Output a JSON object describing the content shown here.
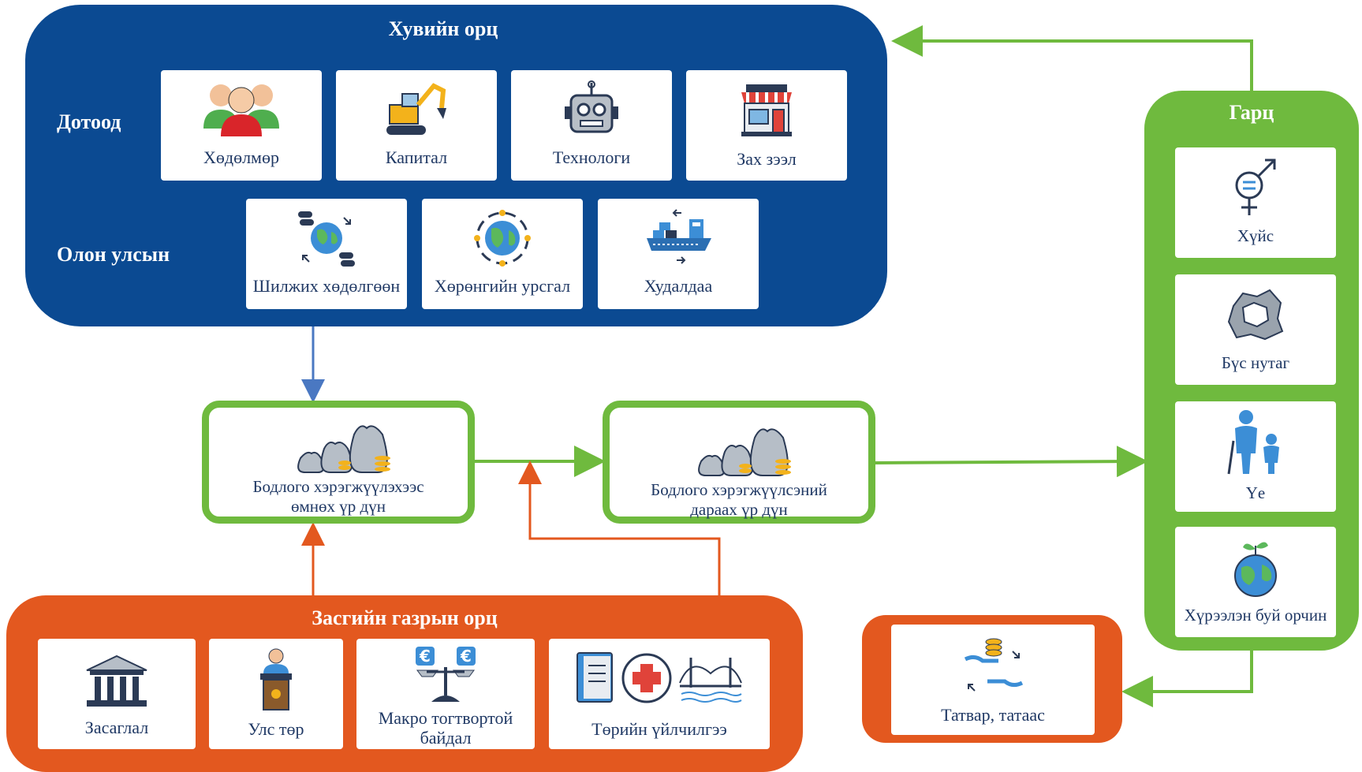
{
  "private_input": {
    "title": "Хувийн орц",
    "domestic_label": "Дотоод",
    "international_label": "Олон улсын",
    "domestic_items": [
      {
        "label": "Хөдөлмөр",
        "icon": "people-icon"
      },
      {
        "label": "Капитал",
        "icon": "excavator-icon"
      },
      {
        "label": "Технологи",
        "icon": "robot-icon"
      },
      {
        "label": "Зах зээл",
        "icon": "shop-icon"
      }
    ],
    "international_items": [
      {
        "label": "Шилжих хөдөлгөөн",
        "icon": "globe-migration-icon"
      },
      {
        "label": "Хөрөнгийн урсгал",
        "icon": "globe-flow-icon"
      },
      {
        "label": "Худалдаа",
        "icon": "cargo-ship-icon"
      }
    ]
  },
  "outcomes": {
    "before": {
      "line1": "Бодлого хэрэгжүүлэхээс",
      "line2": "өмнөх үр дүн",
      "icon": "money-bags-icon"
    },
    "after": {
      "line1": "Бодлого хэрэгжүүлсэний",
      "line2": "дараах үр дүн",
      "icon": "money-bags-icon"
    }
  },
  "output": {
    "title": "Гарц",
    "items": [
      {
        "label": "Хүйс",
        "icon": "gender-icon"
      },
      {
        "label": "Бүс нутаг",
        "icon": "region-map-icon"
      },
      {
        "label": "Үе",
        "icon": "generations-icon"
      },
      {
        "label": "Хүрээлэн буй орчин",
        "icon": "earth-plant-icon"
      }
    ]
  },
  "government_input": {
    "title": "Засгийн газрын орц",
    "items": [
      {
        "label": "Засаглал",
        "icon": "government-building-icon"
      },
      {
        "label": "Улс төр",
        "icon": "podium-speaker-icon"
      },
      {
        "label": "Макро тогтвортой",
        "label2": "байдал",
        "icon": "euro-balance-icon"
      },
      {
        "label": "Төрийн үйлчилгээ",
        "icon": "public-services-icon"
      }
    ]
  },
  "tax": {
    "label": "Татвар, татаас",
    "icon": "coins-hand-icon"
  },
  "colors": {
    "blue": "#0b4a92",
    "green": "#6fba3e",
    "orange": "#e3581f",
    "text": "#1f3864"
  }
}
